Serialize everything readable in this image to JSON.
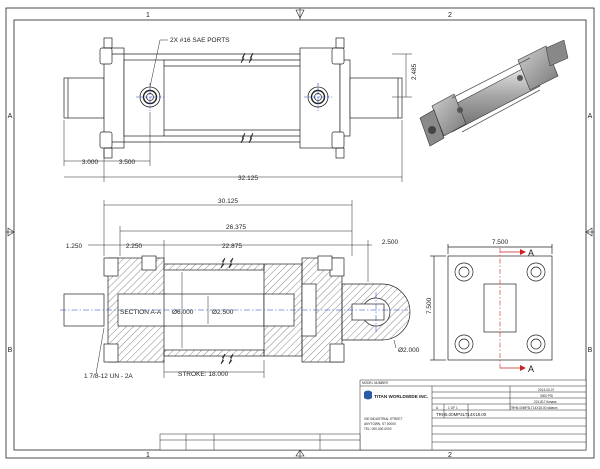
{
  "sheet": {
    "zones_top": [
      "1",
      "2"
    ],
    "zones_side": [
      "A",
      "B"
    ]
  },
  "top_view": {
    "port_note": "2X #16 SAE PORTS",
    "dims": {
      "port_height": "2.485",
      "rod_extension": "3.000",
      "port_offset": "3.500",
      "overall_length": "32.125"
    }
  },
  "section_view": {
    "label": "SECTION A-A",
    "dims": {
      "overall": "30.125",
      "d1": "26.375",
      "d2": "22.875",
      "left_offset": "1.250",
      "left_span": "2.250",
      "right_offset": "2.500",
      "bore_dia": "Ø6.000",
      "rod_dia": "Ø2.500",
      "pin_dia": "Ø2.000",
      "stroke": "STROKE: 18.000",
      "thread": "1 7/8-12 UN - 2A"
    }
  },
  "end_view": {
    "width": "7.500",
    "height": "7.500",
    "section_marker": "A"
  },
  "title_block": {
    "model_number_label": "MODEL NUMBER",
    "company": "TITAN WORLDWIDE INC.",
    "address_lines": [
      "000 INDUSTRIAL STREET",
      "ANYTOWN, ST 00000",
      "TEL: 000-000-0000"
    ],
    "date": "2013-03-07",
    "pressure": "3000 PSI",
    "weight": "221.817 lbmass",
    "size": "A",
    "sheet_label": "1 OF 1",
    "file_name": "TRH6.00MP3LT14X18.00.sldasm",
    "part_number": "TRH6.00MP3LT14X18.00"
  },
  "colors": {
    "line": "#222222",
    "hatch": "#555555",
    "center": "#1f3fbf",
    "section": "#cc2222",
    "body": "#b8b8b8"
  }
}
